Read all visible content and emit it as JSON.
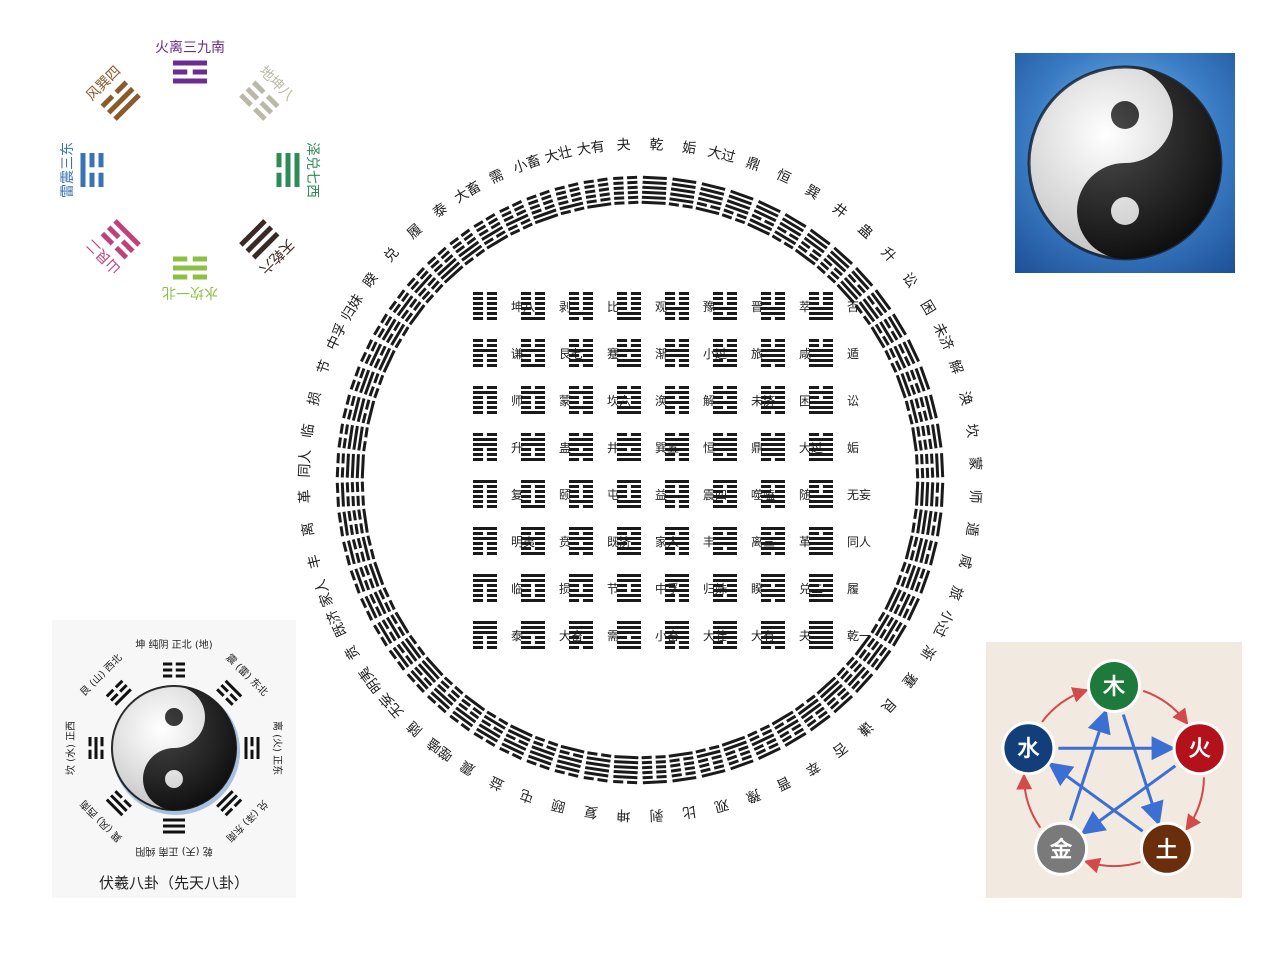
{
  "trigram_compass": {
    "items": [
      {
        "text": "火离三九南",
        "color": "#6b2d8f",
        "lines": [
          1,
          0,
          1
        ],
        "angle": 0
      },
      {
        "text": "地坤八",
        "color": "#b9b9a6",
        "lines": [
          0,
          0,
          0
        ],
        "angle": 45
      },
      {
        "text": "泽兑七西",
        "color": "#2e8b57",
        "lines": [
          0,
          1,
          1
        ],
        "angle": 90
      },
      {
        "text": "天乾六",
        "color": "#3a2a25",
        "lines": [
          1,
          1,
          1
        ],
        "angle": 135
      },
      {
        "text": "水坎一北",
        "color": "#8dbf45",
        "lines": [
          0,
          1,
          0
        ],
        "angle": 180
      },
      {
        "text": "山艮二",
        "color": "#c2407a",
        "lines": [
          1,
          0,
          0
        ],
        "angle": 225
      },
      {
        "text": "雷震三东",
        "color": "#3a73b4",
        "lines": [
          0,
          0,
          1
        ],
        "angle": 270
      },
      {
        "text": "风巽四",
        "color": "#8a5a2b",
        "lines": [
          1,
          1,
          0
        ],
        "angle": 315
      }
    ]
  },
  "hexagram_grid": {
    "rows": [
      [
        "坤八",
        "剥",
        "比",
        "观",
        "豫",
        "晋",
        "萃",
        "否"
      ],
      [
        "谦",
        "艮七",
        "蹇",
        "渐",
        "小过",
        "旅",
        "咸",
        "遁"
      ],
      [
        "师",
        "蒙",
        "坎六",
        "涣",
        "解",
        "未济",
        "困",
        "讼"
      ],
      [
        "升",
        "蛊",
        "井",
        "巽五",
        "恒",
        "鼎",
        "大过",
        "姤"
      ],
      [
        "复",
        "颐",
        "屯",
        "益",
        "震四",
        "噬嗑",
        "随",
        "无妄"
      ],
      [
        "明夷",
        "贲",
        "既济",
        "家人",
        "丰",
        "离三",
        "革",
        "同人"
      ],
      [
        "临",
        "损",
        "节",
        "中孚",
        "归妹",
        "睽",
        "兑二",
        "履"
      ],
      [
        "泰",
        "大畜",
        "需",
        "小畜",
        "大壮",
        "大有",
        "夬",
        "乾一"
      ]
    ]
  },
  "hexagram_ring": {
    "labels": [
      "乾",
      "姤",
      "大过",
      "鼎",
      "恒",
      "巽",
      "井",
      "蛊",
      "升",
      "讼",
      "困",
      "未济",
      "解",
      "涣",
      "坎",
      "蒙",
      "师",
      "遁",
      "咸",
      "旅",
      "小过",
      "渐",
      "蹇",
      "艮",
      "谦",
      "否",
      "萃",
      "晋",
      "豫",
      "观",
      "比",
      "剥",
      "坤",
      "复",
      "颐",
      "屯",
      "益",
      "震",
      "噬嗑",
      "随",
      "无妄",
      "明夷",
      "贲",
      "既济",
      "家人",
      "丰",
      "离",
      "革",
      "同人",
      "临",
      "损",
      "节",
      "中孚",
      "归妹",
      "睽",
      "兑",
      "履",
      "泰",
      "大畜",
      "需",
      "小畜",
      "大壮",
      "大有",
      "夬"
    ]
  },
  "fuxi_bagua": {
    "caption": "伏羲八卦（先天八卦）",
    "items": [
      {
        "text": "乾 (天) 正南 纯阳"
      },
      {
        "text": "巽 (风) 西南"
      },
      {
        "text": "坎 (水) 正西"
      },
      {
        "text": "艮 (山) 西北"
      },
      {
        "text": "坤 纯阴 正北 (地)"
      },
      {
        "text": "震 (雷) 东北"
      },
      {
        "text": "离 (火) 正东"
      },
      {
        "text": "兑 (泽) 东南"
      }
    ]
  },
  "wuxing": {
    "elements": [
      {
        "name": "木",
        "color": "#1e7a3a"
      },
      {
        "name": "火",
        "color": "#b3121a"
      },
      {
        "name": "土",
        "color": "#6b2e0d"
      },
      {
        "name": "金",
        "color": "#7a7a7a"
      },
      {
        "name": "水",
        "color": "#123f7a"
      }
    ],
    "generating_color": "#d24a4a",
    "controlling_color": "#3b6fd4"
  }
}
